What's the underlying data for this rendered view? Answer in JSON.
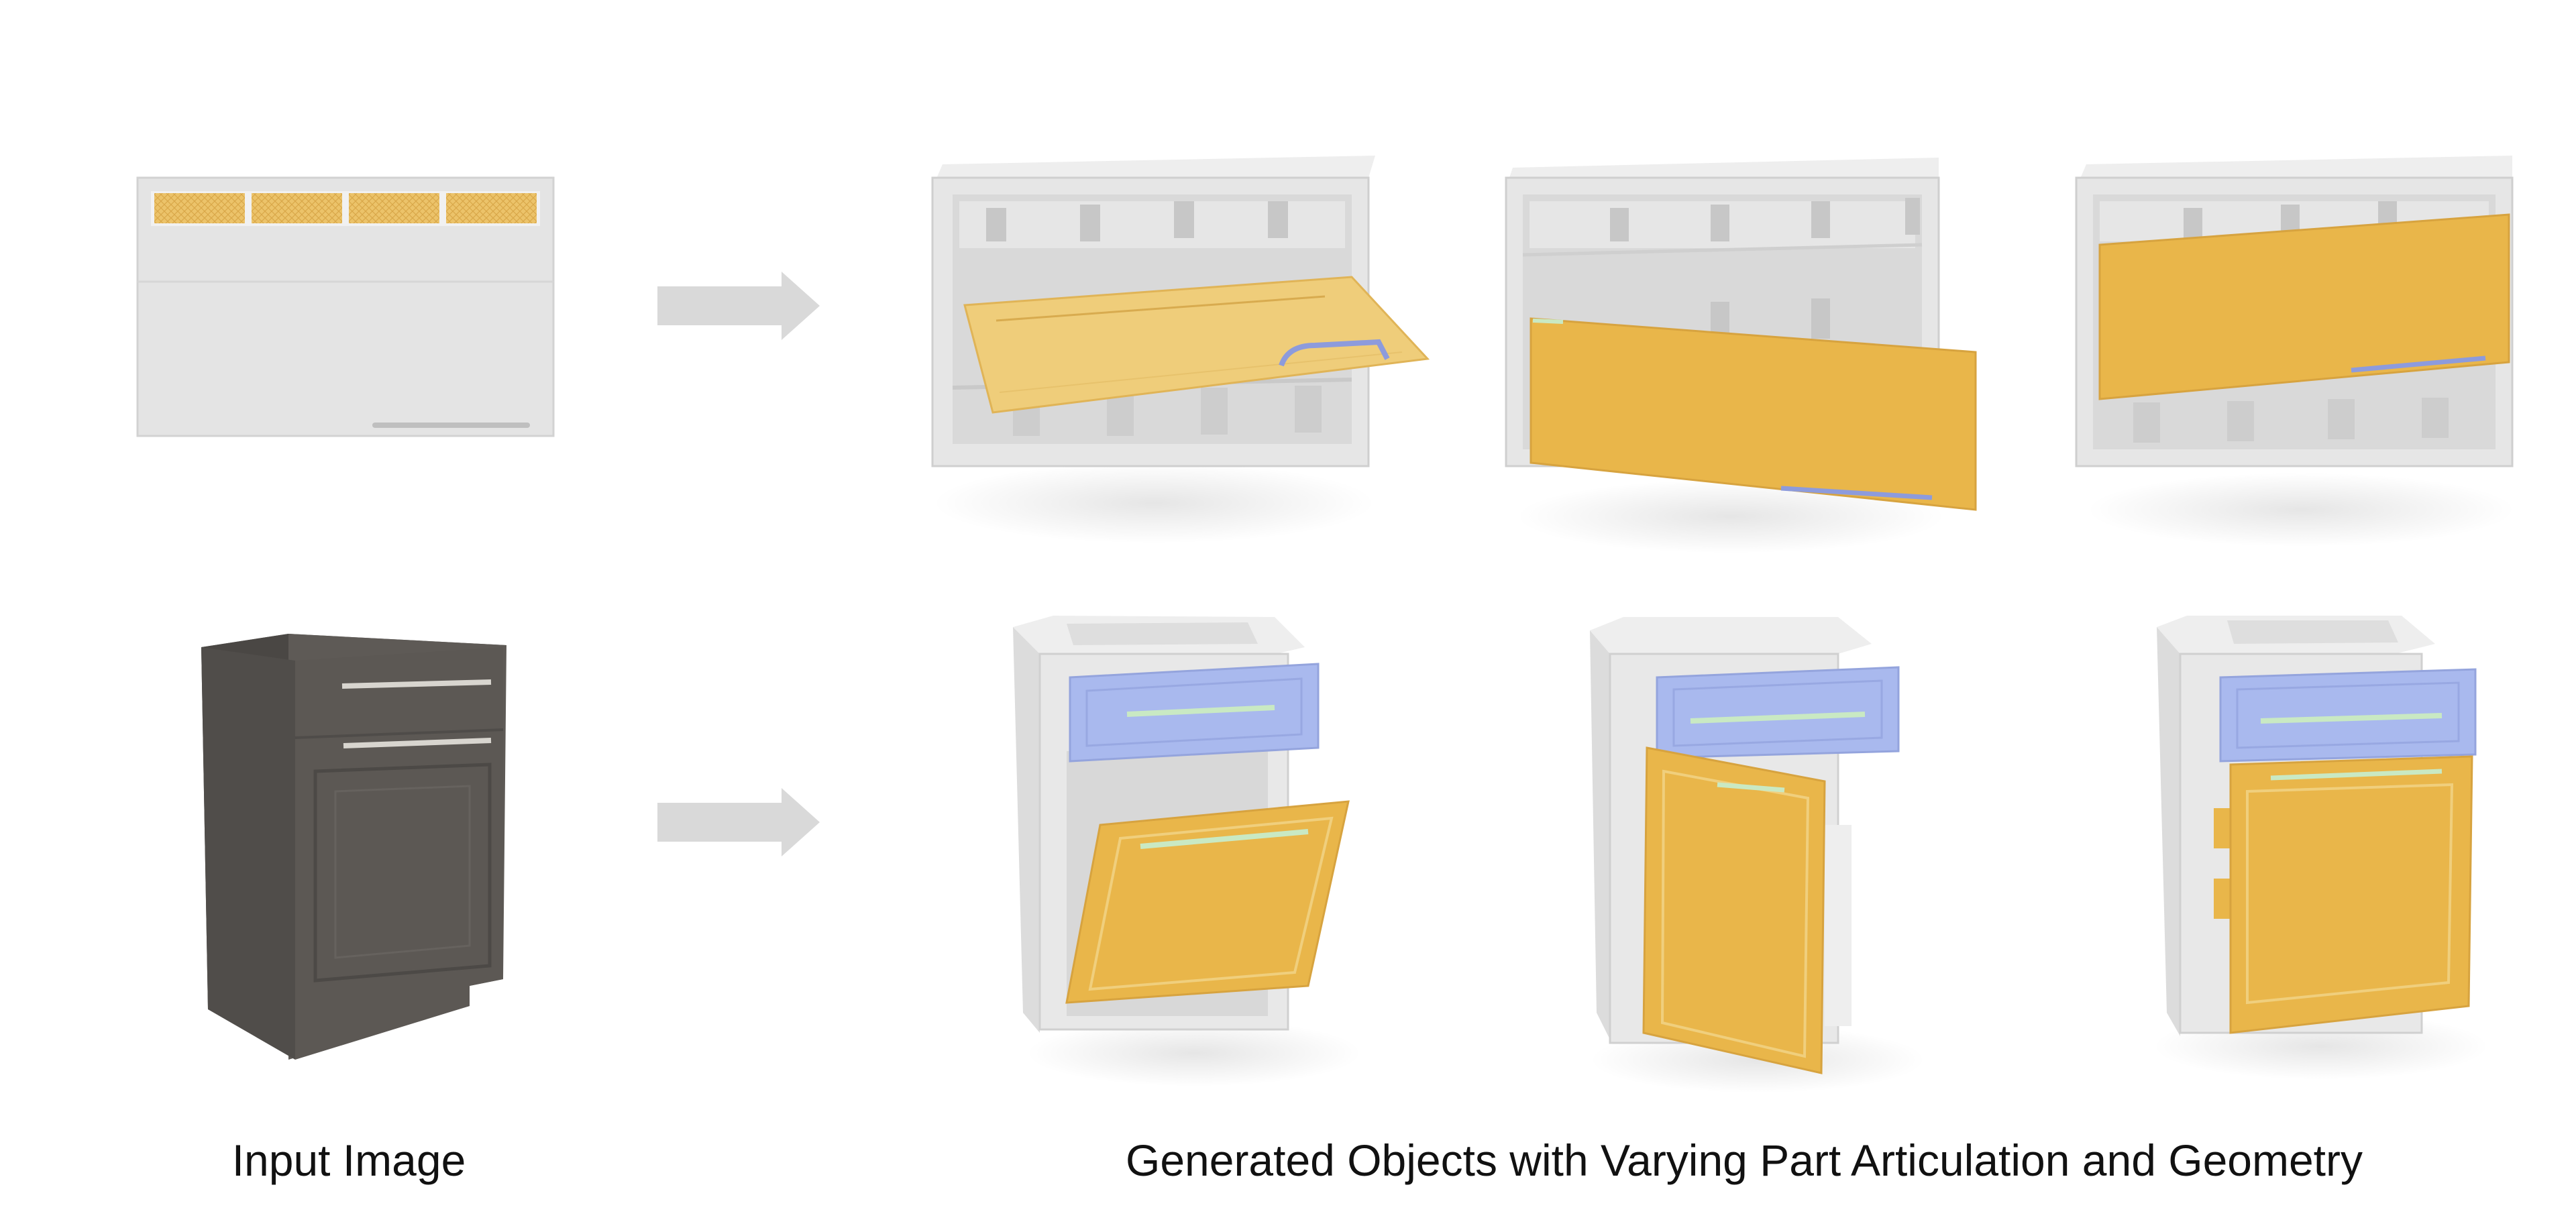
{
  "captions": {
    "input": "Input Image",
    "generated": "Generated Objects with Varying Part Articulation and Geometry"
  },
  "colors": {
    "background": "#ffffff",
    "cabinet_body": "#e6e6e6",
    "cabinet_edge": "#cfcfcf",
    "cabinet_inner": "#d2d2d2",
    "part_yellow": "#e9b64a",
    "part_yellow_light": "#f0cf7d",
    "part_blue": "#a9b9ee",
    "handle_green": "#c9e9c3",
    "handle_blue": "#8d9bdc",
    "input_dark_cabinet": "#5e5a56",
    "arrow": "#d9d9d9",
    "caption_text": "#111111"
  },
  "rows": [
    {
      "row": "wall-cabinet",
      "input": "wall-cabinet-input",
      "outputs": [
        "flap-door-open-down",
        "flap-door-tilted-down",
        "flap-door-closed"
      ]
    },
    {
      "row": "base-cabinet",
      "input": "base-cabinet-dark-input",
      "outputs": [
        "drawer-and-door-folded-down",
        "drawer-and-door-swung-open",
        "drawer-and-door-closed"
      ]
    }
  ]
}
